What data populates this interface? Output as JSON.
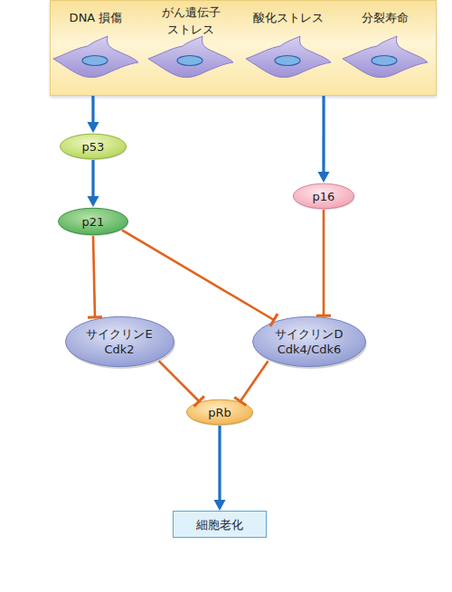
{
  "diagram": {
    "nodes": [
      {
        "text": [
          "DNA 損傷",
          "がん遺伝子 ストレス",
          "酸化ストレス",
          "分裂寿命"
        ]
      },
      {
        "text": [
          "p53"
        ]
      },
      {
        "text": [
          "p16"
        ]
      },
      {
        "text": [
          "p21"
        ]
      },
      {
        "text": [
          "サイクリンE Cdk2"
        ]
      },
      {
        "text": [
          "サイクリンD Cdk4/Cdk6"
        ]
      },
      {
        "text": [
          "pRb"
        ]
      },
      {
        "text": [
          "細胞老化"
        ]
      }
    ],
    "edges": [
      {
        "from": 0,
        "to": 1,
        "arrow": "to"
      },
      {
        "from": 0,
        "to": 2,
        "arrow": "to"
      },
      {
        "from": 1,
        "to": 3,
        "arrow": "to"
      },
      {
        "from": 3,
        "to": 4,
        "arrow": "to"
      },
      {
        "from": 3,
        "to": 5,
        "arrow": "to"
      },
      {
        "from": 2,
        "to": 5,
        "arrow": "to"
      },
      {
        "from": 4,
        "to": 6,
        "arrow": "to"
      },
      {
        "from": 5,
        "to": 6,
        "arrow": "to"
      },
      {
        "from": 6,
        "to": 7,
        "arrow": "to"
      }
    ]
  }
}
